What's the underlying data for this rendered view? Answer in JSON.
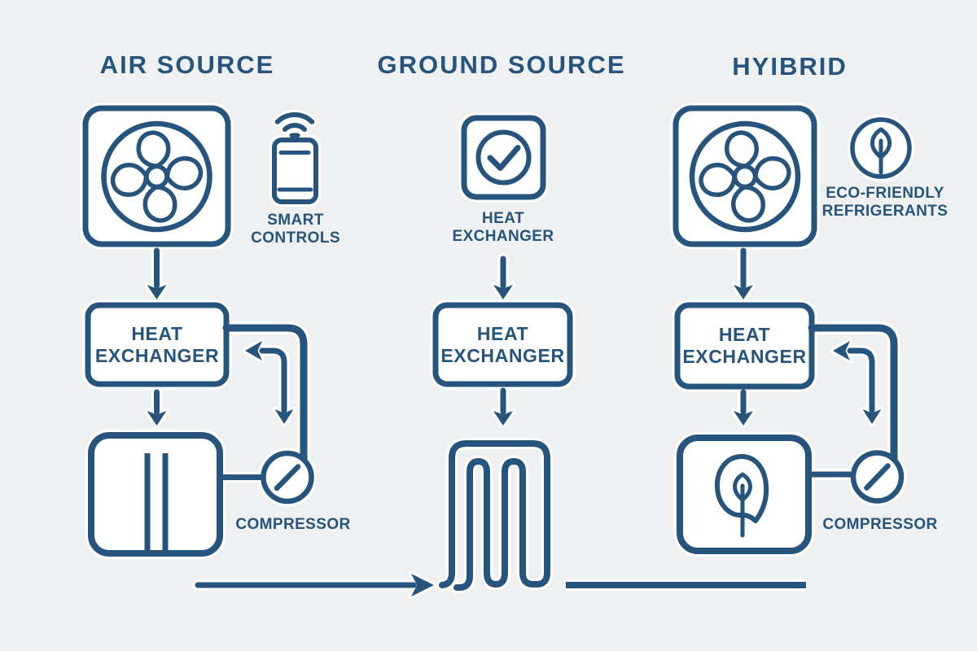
{
  "diagram_title_visible": false,
  "colors": {
    "background": "#EFF0F1",
    "line": "#26547C",
    "icon_fill": "#FFFFFF"
  },
  "columns": [
    {
      "title": "AIR SOURCE",
      "unit_icon": "fan-icon",
      "aux": {
        "icon": "smartphone-wifi-icon",
        "label_line1": "SMART",
        "label_line2": "CONTROLS"
      },
      "heat_exchanger_box": {
        "line1": "HEAT",
        "line2": "EXCHANGER"
      },
      "indoor_unit_icon": "radiator-icon",
      "compressor": {
        "icon": "gauge-icon",
        "label": "COMPRESSOR"
      }
    },
    {
      "title": "GROUND SOURCE",
      "source": {
        "icon": "checkmark-square-icon",
        "label_line1": "HEAT",
        "label_line2": "EXCHANGER"
      },
      "heat_exchanger_box": {
        "line1": "HEAT",
        "line2": "EXCHANGER"
      },
      "ground_loop_icon": "ground-loop-coil-icon"
    },
    {
      "title": "HYIBRID",
      "unit_icon": "fan-icon",
      "aux": {
        "icon": "leaf-circle-icon",
        "label_line1": "ECO-FRIENDLY",
        "label_line2": "REFRIGERANTS"
      },
      "heat_exchanger_box": {
        "line1": "HEAT",
        "line2": "EXCHANGER"
      },
      "indoor_unit_icon": "leaf-drop-square-icon",
      "compressor": {
        "icon": "gauge-icon",
        "label": "COMPRESSOR"
      }
    }
  ]
}
